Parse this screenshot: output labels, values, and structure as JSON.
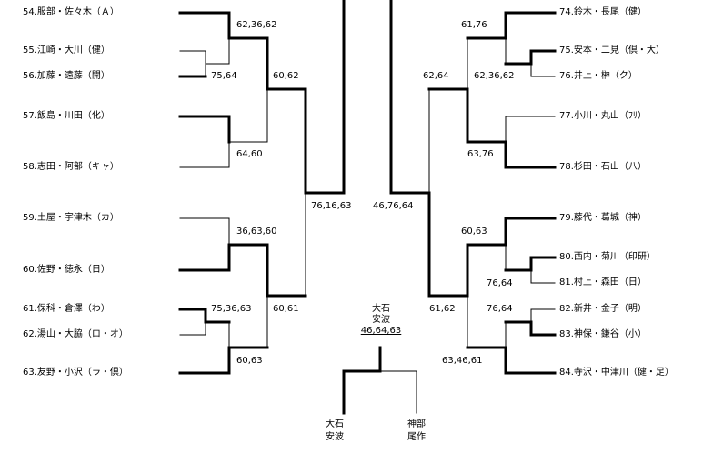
{
  "left_players": [
    {
      "no": "54.",
      "name": "服部・佐々木（Ａ）"
    },
    {
      "no": "55.",
      "name": "江崎・大川（健）"
    },
    {
      "no": "56.",
      "name": "加藤・遠藤（開）"
    },
    {
      "no": "57.",
      "name": "飯島・川田（化）"
    },
    {
      "no": "58.",
      "name": "志田・阿部（キャ）"
    },
    {
      "no": "59.",
      "name": "土屋・宇津木（カ）"
    },
    {
      "no": "60.",
      "name": "佐野・徳永（日）"
    },
    {
      "no": "61.",
      "name": "保科・倉澤（わ）"
    },
    {
      "no": "62.",
      "name": "湯山・大脇（ロ・オ）"
    },
    {
      "no": "63.",
      "name": "友野・小沢（ラ・倶）"
    }
  ],
  "right_players": [
    {
      "no": "74.",
      "name": "鈴木・長尾（健）"
    },
    {
      "no": "75.",
      "name": "安本・二見（倶・大）"
    },
    {
      "no": "76.",
      "name": "井上・榊（ク）"
    },
    {
      "no": "77.",
      "name": "小川・丸山（ﾌﾘ）"
    },
    {
      "no": "78.",
      "name": "杉田・石山（八）"
    },
    {
      "no": "79.",
      "name": "藤代・葛城（神）"
    },
    {
      "no": "80.",
      "name": "西内・菊川（印研）"
    },
    {
      "no": "81.",
      "name": "村上・森田（日）"
    },
    {
      "no": "82.",
      "name": "新井・金子（明）"
    },
    {
      "no": "83.",
      "name": "神保・鎌谷（小）"
    },
    {
      "no": "84.",
      "name": "寺沢・中津川（健・足）"
    }
  ],
  "left_scores": {
    "s1": "62,36,62",
    "s2": "75,64",
    "s3": "60,62",
    "s4": "64,60",
    "s5": "76,16,63",
    "s6": "36,63,60",
    "s7": "75,36,63",
    "s8": "60,61",
    "s9": "60,63"
  },
  "right_scores": {
    "s1": "61,76",
    "s2": "62,64",
    "s3": "62,36,62",
    "s4": "63,76",
    "s5": "46,76,64",
    "s6": "60,63",
    "s7": "76,64",
    "s8": "61,62",
    "s9": "76,64",
    "s10": "63,46,61"
  },
  "champion": {
    "line1": "大石",
    "line2": "安波",
    "score": "46,64,63"
  },
  "finalists": {
    "left": {
      "line1": "大石",
      "line2": "安波"
    },
    "right": {
      "line1": "神部",
      "line2": "尾作"
    }
  }
}
